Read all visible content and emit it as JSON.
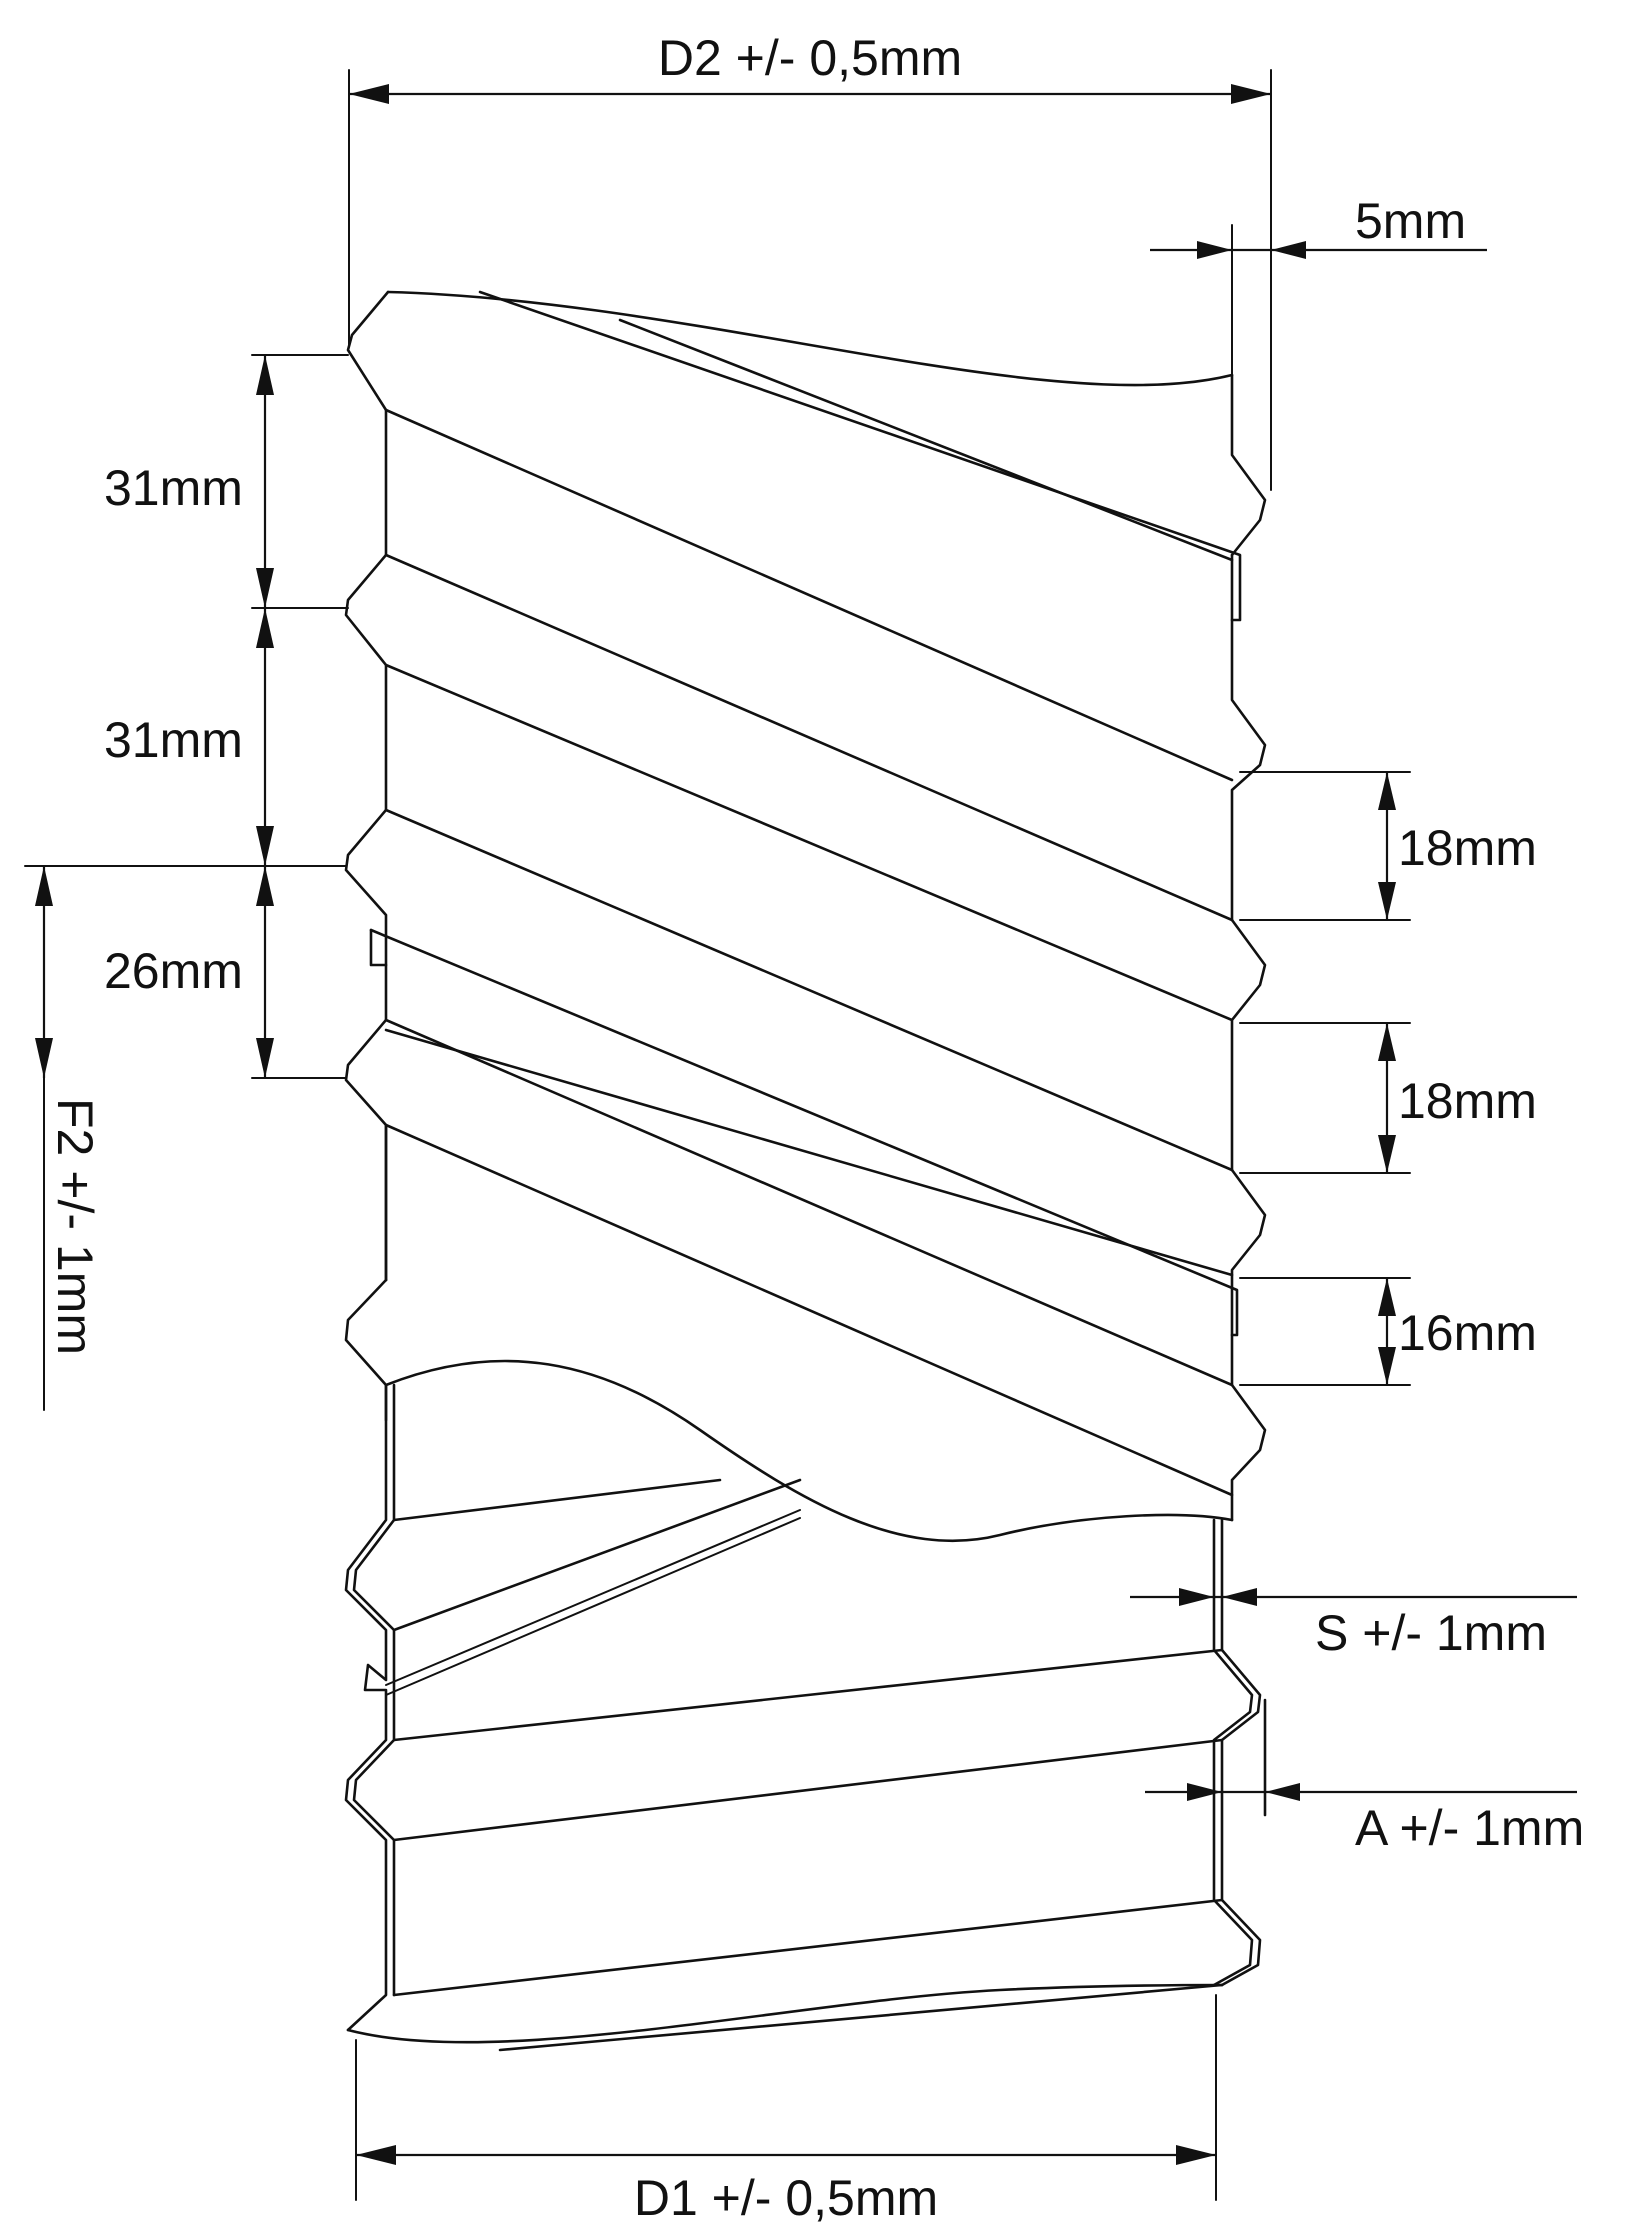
{
  "labels": {
    "d2": "D2 +/- 0,5mm",
    "d1": "D1 +/- 0,5mm",
    "wall": "5mm",
    "pitch1": "31mm",
    "pitch2": "31mm",
    "seam": "26mm",
    "f2": "F2 +/- 1mm",
    "band1": "18mm",
    "band2": "18mm",
    "band3": "16mm",
    "s": "S +/- 1mm",
    "a": "A +/- 1mm"
  },
  "colors": {
    "line": "#111111",
    "background": "#ffffff"
  }
}
